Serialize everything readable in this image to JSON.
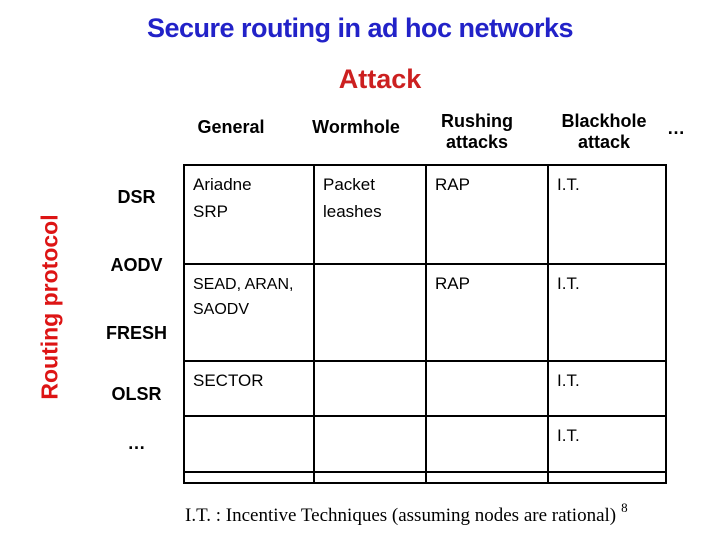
{
  "slide": {
    "title": "Secure routing in ad hoc networks",
    "subtitle": "Attack",
    "vertical_axis_label": "Routing protocol",
    "footer_note": "I.T. : Incentive Techniques (assuming nodes are rational)",
    "page_number": "8"
  },
  "colors": {
    "title_blue": "#2222c8",
    "attack_red": "#cc2020",
    "protocol_red": "#dd1414",
    "border_black": "#000000"
  },
  "table": {
    "column_headers": [
      "General",
      "Wormhole",
      "Rushing\nattacks",
      "Blackhole\nattack",
      "…"
    ],
    "row_headers": [
      "DSR",
      "AODV",
      "FRESH",
      "OLSR",
      "…"
    ],
    "rows": [
      {
        "cells": [
          "Ariadne\nSRP",
          "Packet\nleashes",
          "RAP",
          "I.T."
        ]
      },
      {
        "cells": [
          "SEAD, ARAN,\nSAODV",
          "",
          "RAP",
          "I.T."
        ]
      },
      {
        "cells": [
          "SECTOR",
          "",
          "",
          "I.T."
        ]
      },
      {
        "cells": [
          "",
          "",
          "",
          "I.T."
        ]
      },
      {
        "cells": [
          "",
          "",
          "",
          ""
        ]
      }
    ]
  }
}
